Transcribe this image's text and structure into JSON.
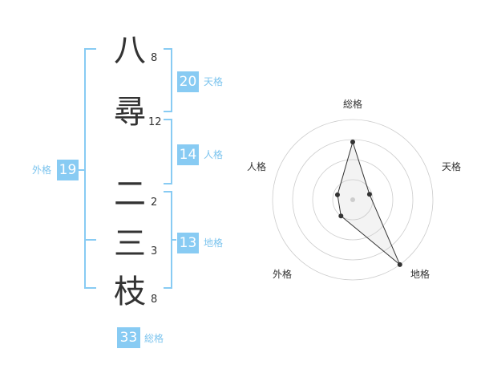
{
  "colors": {
    "accent": "#88cbf3",
    "accent_text": "#7cc4ee",
    "text": "#333333",
    "grid": "#cccccc"
  },
  "name": {
    "chars": [
      {
        "char": "八",
        "strokes": "8"
      },
      {
        "char": "尋",
        "strokes": "12"
      },
      {
        "char": "二",
        "strokes": "2"
      },
      {
        "char": "三",
        "strokes": "3"
      },
      {
        "char": "枝",
        "strokes": "8"
      }
    ]
  },
  "fortunes": {
    "tenkaku": {
      "value": "20",
      "label": "天格"
    },
    "jinkaku": {
      "value": "14",
      "label": "人格"
    },
    "chikaku": {
      "value": "13",
      "label": "地格"
    },
    "gaikaku": {
      "value": "19",
      "label": "外格"
    },
    "soukaku": {
      "value": "33",
      "label": "総格"
    }
  },
  "chart_data": {
    "type": "radar",
    "axes": [
      "総格",
      "天格",
      "地格",
      "外格",
      "人格"
    ],
    "values": [
      0.72,
      0.22,
      1.0,
      0.25,
      0.2
    ],
    "rings": 4,
    "grid": true
  }
}
